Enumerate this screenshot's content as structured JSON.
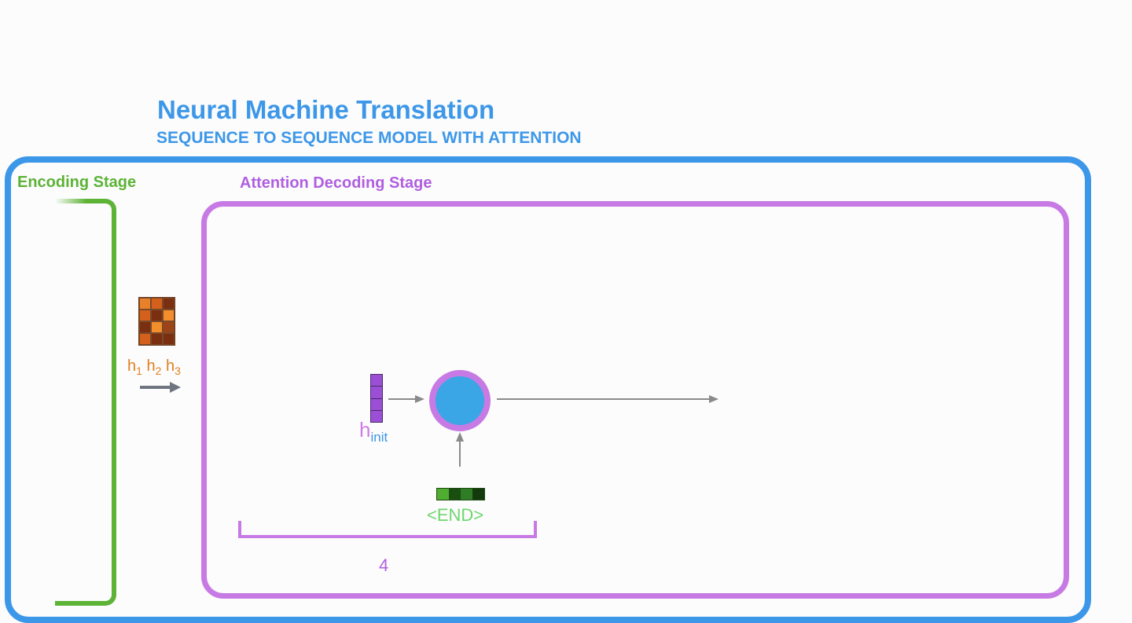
{
  "header": {
    "title": "Neural Machine Translation",
    "subtitle": "SEQUENCE TO SEQUENCE MODEL WITH ATTENTION"
  },
  "encoder": {
    "label": "Encoding Stage",
    "hidden_states": [
      {
        "base": "h",
        "sub": "1"
      },
      {
        "base": "h",
        "sub": "2"
      },
      {
        "base": "h",
        "sub": "3"
      }
    ],
    "matrix_colors": [
      [
        "#e8812a",
        "#d4601c",
        "#7a3010"
      ],
      [
        "#d4601c",
        "#7a3010",
        "#f28e2b"
      ],
      [
        "#7a3010",
        "#f28e2b",
        "#9c4418"
      ],
      [
        "#d4601c",
        "#7a3010",
        "#7a3010"
      ]
    ]
  },
  "decoder": {
    "label": "Attention Decoding Stage",
    "hinit": {
      "base": "h",
      "sub": "init"
    },
    "hinit_cells": 4,
    "input_token": "<END>",
    "input_colors": [
      "#4fae30",
      "#1a4d10",
      "#2f7d24",
      "#133a0d"
    ],
    "step_number": "4"
  },
  "colors": {
    "outer": "#3d97e8",
    "encoder": "#5cb335",
    "decoder": "#c77ae4",
    "rnn_fill": "#3aa6e6",
    "arrow": "#8a8a8a"
  }
}
